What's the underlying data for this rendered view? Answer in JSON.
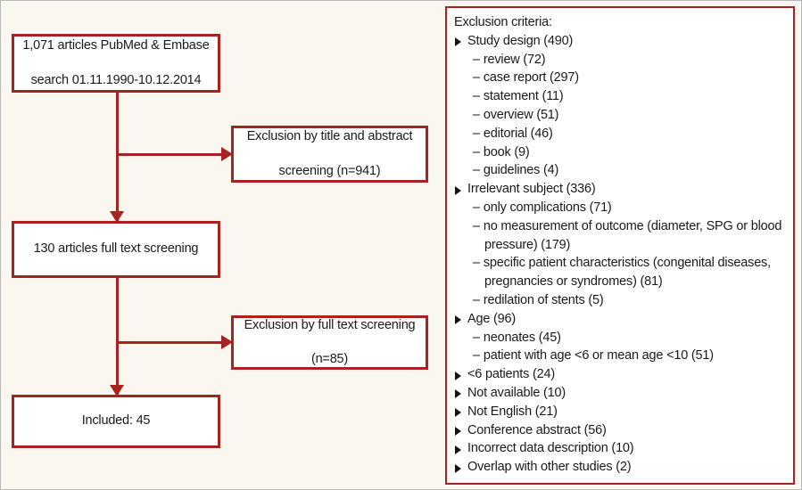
{
  "figure": {
    "type": "prisma-flow-diagram",
    "background_color": "#faf7f0",
    "accent_color": "#a8231f"
  },
  "flow": {
    "boxes": [
      {
        "id": "search",
        "label": "1,071 articles PubMed & Embase search 01.11.1990-10.12.2014"
      },
      {
        "id": "excl_title",
        "label": "Exclusion by title and abstract screening (n=941)"
      },
      {
        "id": "fulltext",
        "label": "130 articles full text screening"
      },
      {
        "id": "excl_full",
        "label": "Exclusion by full text screening (n=85)"
      },
      {
        "id": "included",
        "label": "Included: 45"
      }
    ],
    "search_line1": "1,071 articles PubMed & Embase",
    "search_line2": "search 01.11.1990-10.12.2014",
    "excl_title_line1": "Exclusion by title and abstract",
    "excl_title_line2": "screening (n=941)",
    "fulltext_line1": "130 articles full text screening",
    "excl_full_line1": "Exclusion by full text screening",
    "excl_full_line2": "(n=85)",
    "included_line1": "Included: 45"
  },
  "exclusion_panel": {
    "title": "Exclusion criteria:",
    "criteria": [
      {
        "label": "Study design (490)",
        "count": 490,
        "sub": [
          {
            "label": "review (72)",
            "count": 72
          },
          {
            "label": "case report (297)",
            "count": 297
          },
          {
            "label": "statement (11)",
            "count": 11
          },
          {
            "label": "overview (51)",
            "count": 51
          },
          {
            "label": "editorial (46)",
            "count": 46
          },
          {
            "label": "book (9)",
            "count": 9
          },
          {
            "label": "guidelines (4)",
            "count": 4
          }
        ]
      },
      {
        "label": "Irrelevant subject (336)",
        "count": 336,
        "sub": [
          {
            "label": "only complications (71)",
            "count": 71
          },
          {
            "label": "no measurement of outcome (diameter, SPG or blood pressure) (179)",
            "count": 179
          },
          {
            "label": "specific patient characteristics (congenital diseases, pregnancies or syndromes) (81)",
            "count": 81
          },
          {
            "label": "redilation of stents (5)",
            "count": 5
          }
        ]
      },
      {
        "label": "Age (96)",
        "count": 96,
        "sub": [
          {
            "label": "neonates (45)",
            "count": 45
          },
          {
            "label": "patient with age <6 or mean age <10 (51)",
            "count": 51
          }
        ]
      },
      {
        "label": "<6 patients (24)",
        "count": 24,
        "sub": []
      },
      {
        "label": "Not available (10)",
        "count": 10,
        "sub": []
      },
      {
        "label": "Not English (21)",
        "count": 21,
        "sub": []
      },
      {
        "label": "Conference abstract (56)",
        "count": 56,
        "sub": []
      },
      {
        "label": "Incorrect data description (10)",
        "count": 10,
        "sub": []
      },
      {
        "label": "Overlap with other studies (2)",
        "count": 2,
        "sub": []
      }
    ]
  }
}
